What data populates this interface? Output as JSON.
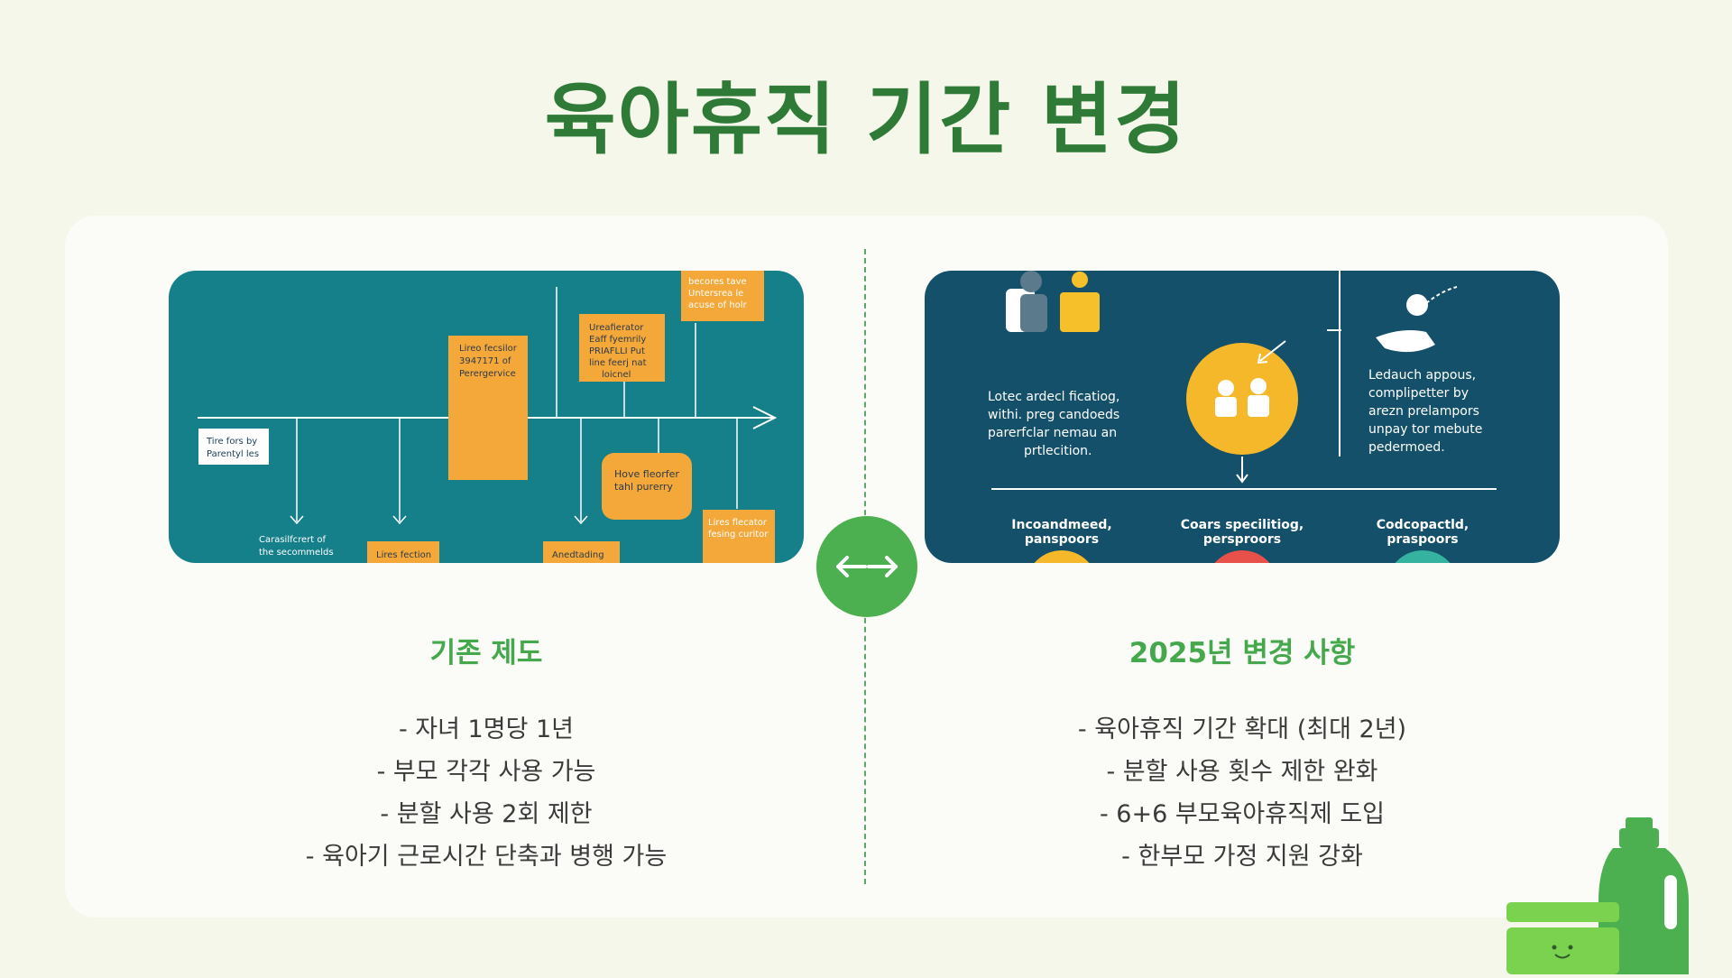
{
  "page_title": "육아휴직 기간 변경",
  "left": {
    "heading": "기존 제도",
    "items": [
      "- 자녀 1명당 1년",
      "- 부모 각각 사용 가능",
      "- 분할 사용 2회 제한",
      "- 육아기 근로시간 단축과 병행 가능"
    ],
    "image": {
      "labels": [
        "Tire fors by",
        "Parentyl les",
        "Lireo fecsilor",
        "3947171 of",
        "Perergervice",
        "Ureafierator",
        "Eaff fyemrily",
        "PRIAFLLI Put",
        "line feerj nat",
        "loicnel",
        "becores tave",
        "Untersrea le",
        "acuse of holr",
        "Hove fleorfer",
        "tahl purerry",
        "Lires flecator",
        "fesing curitor",
        "Carasilfcrert of",
        "the secommelds",
        "Lires fection",
        "Anedtading"
      ]
    }
  },
  "right": {
    "heading": "2025년 변경 사항",
    "items": [
      "- 육아휴직 기간 확대 (최대 2년)",
      "- 분할 사용 횟수 제한 완화",
      "- 6+6 부모육아휴직제 도입",
      "- 한부모 가정 지원 강화"
    ],
    "image": {
      "labels": [
        "Lotec ardecl ficatiog,",
        "withi. preg candoeds",
        "parerfclar nemau an",
        "prtlecition.",
        "Ledauch appous,",
        "complipetter by",
        "arezn prelampors",
        "unpay tor mebute",
        "pedermoed.",
        "Incoandmeed,",
        "panspoors",
        "Coars specilitiog,",
        "persproors",
        "Codcopactld,",
        "praspoors"
      ]
    }
  },
  "colors": {
    "title": "#2f7a37",
    "heading": "#46a84c",
    "accent": "#4caf50",
    "teal_bg": "#157f8a",
    "navy_bg": "#14506a",
    "orange": "#f5a83a",
    "page_bg": "#f4f7ea"
  },
  "icons": {
    "swap": "double-arrow-icon",
    "decoration": "detergent-bottle-icon"
  }
}
